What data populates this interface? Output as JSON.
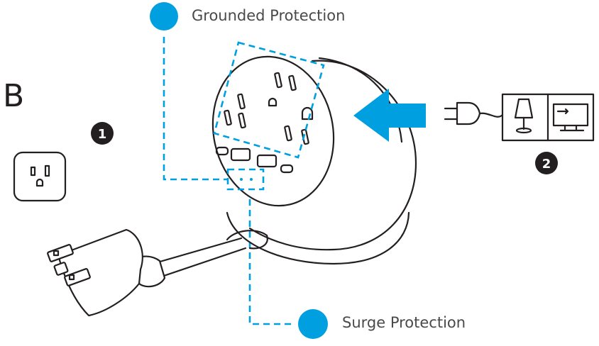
{
  "section_letter": "B",
  "callouts": {
    "grounded": {
      "label": "Grounded Protection"
    },
    "surge": {
      "label": "Surge Protection"
    }
  },
  "steps": [
    "1",
    "2"
  ],
  "colors": {
    "accent": "#009fdf",
    "ink": "#231f20",
    "label": "#4a4a4a"
  },
  "icons": [
    "wall-outlet-icon",
    "power-plug-icon",
    "lamp-icon",
    "monitor-icon",
    "arrow-left-icon"
  ]
}
